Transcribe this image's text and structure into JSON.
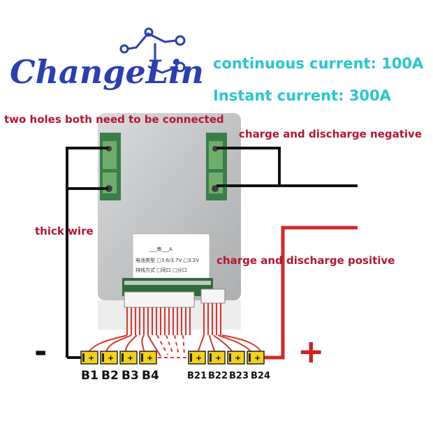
{
  "logo": {
    "text": "ChangeLin",
    "color": "#2b3fb3"
  },
  "specs": {
    "continuous": "continuous current: 100A",
    "instant": "Instant current: 300A",
    "color": "#27c7cf"
  },
  "notes": {
    "holes": "two holes both need to be connected",
    "negative": "charge and discharge negative",
    "thick_wire": "thick wire",
    "positive": "charge and discharge positive",
    "color": "#b5172d"
  },
  "terminals": {
    "minus": "-",
    "plus": "+"
  },
  "board": {
    "series_label": "___串___A",
    "battery_type_label": "电池类型 □3.6/3.7V □3.2V",
    "wiring_label": "排线方式 □同口 □分口"
  },
  "cells": {
    "left": [
      "B1",
      "B2",
      "B3",
      "B4"
    ],
    "right": [
      "B21",
      "B22",
      "B23",
      "B24"
    ],
    "cell_text": "+"
  }
}
